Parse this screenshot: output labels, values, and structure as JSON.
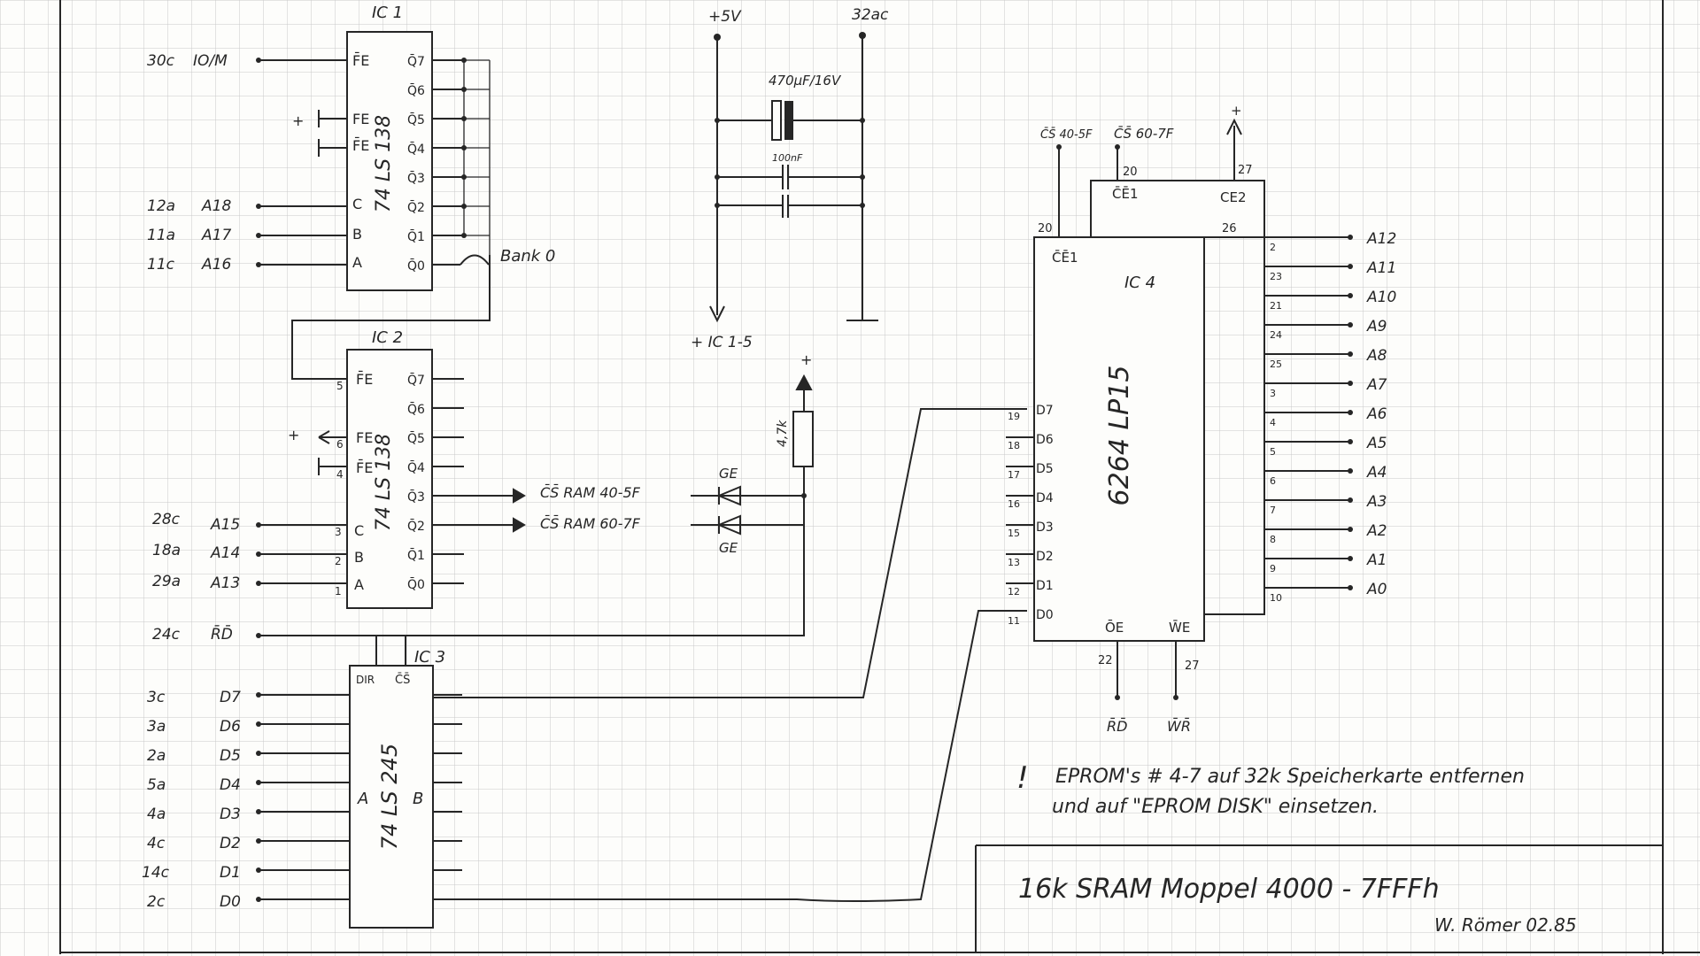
{
  "chips": {
    "ic1": {
      "ref": "IC 1",
      "part": "74 LS 138",
      "fe_pins": [
        "F̄E",
        "FE",
        "F̄E"
      ],
      "sel_pins": [
        "C",
        "B",
        "A"
      ],
      "outputs": [
        "Q̄7",
        "Q̄6",
        "Q̄5",
        "Q̄4",
        "Q̄3",
        "Q̄2",
        "Q̄1",
        "Q̄0"
      ]
    },
    "ic2": {
      "ref": "IC 2",
      "part": "74 LS 138",
      "fe_pins": [
        "F̄E",
        "FE",
        "F̄E"
      ],
      "fe_nums": [
        "5",
        "6",
        "4"
      ],
      "sel_pins": [
        "C",
        "B",
        "A"
      ],
      "sel_nums": [
        "3",
        "2",
        "1"
      ],
      "outputs": [
        "Q̄7",
        "Q̄6",
        "Q̄5",
        "Q̄4",
        "Q̄3",
        "Q̄2",
        "Q̄1",
        "Q̄0"
      ]
    },
    "ic3": {
      "ref": "IC 3",
      "part": "74 LS 245",
      "dir": "DIR",
      "cs": "C̄S̄",
      "side_a": "A",
      "side_b": "B"
    },
    "ic4": {
      "ref": "IC 4",
      "part": "6264 LP15",
      "ce1_pin": "C̄Ē1",
      "ce2_pin": "CE2",
      "ce1_pin_num": "20",
      "ce2_pin_num": "26",
      "oe": "ŌE",
      "we": "W̄E",
      "oe_num": "22",
      "we_num": "27",
      "data_pins": [
        "D7",
        "D6",
        "D5",
        "D4",
        "D3",
        "D2",
        "D1",
        "D0"
      ],
      "data_nums": [
        "19",
        "18",
        "17",
        "16",
        "15",
        "13",
        "12",
        "11"
      ],
      "addr_nums": [
        "2",
        "23",
        "21",
        "24",
        "25",
        "3",
        "4",
        "5",
        "6",
        "7",
        "8",
        "9",
        "10"
      ]
    }
  },
  "signals": {
    "ic1_left": [
      {
        "pin": "30c",
        "name": "IO/M"
      },
      {
        "pin": "12a",
        "name": "A18"
      },
      {
        "pin": "11a",
        "name": "A17"
      },
      {
        "pin": "11c",
        "name": "A16"
      }
    ],
    "ic2_left": [
      {
        "pin": "28c",
        "name": "A15"
      },
      {
        "pin": "18a",
        "name": "A14"
      },
      {
        "pin": "29a",
        "name": "A13"
      }
    ],
    "rd_left": {
      "pin": "24c",
      "name": "R̄D̄"
    },
    "data_left": [
      {
        "pin": "3c",
        "name": "D7"
      },
      {
        "pin": "3a",
        "name": "D6"
      },
      {
        "pin": "2a",
        "name": "D5"
      },
      {
        "pin": "5a",
        "name": "D4"
      },
      {
        "pin": "4a",
        "name": "D3"
      },
      {
        "pin": "4c",
        "name": "D2"
      },
      {
        "pin": "14c",
        "name": "D1"
      },
      {
        "pin": "2c",
        "name": "D0"
      }
    ],
    "addr_right": [
      "A12",
      "A11",
      "A10",
      "A9",
      "A8",
      "A7",
      "A6",
      "A5",
      "A4",
      "A3",
      "A2",
      "A1",
      "A0"
    ],
    "bank": "Bank 0",
    "cs1": "C̄S̄  RAM  40-5F",
    "cs2": "C̄S̄  RAM  60-7F",
    "ge": "GE",
    "rd": "R̄D̄",
    "wr": "W̄R̄",
    "cs40": "C̄S̄ 40-5F",
    "cs60": "C̄S̄ 60-7F",
    "cs60_num": "20",
    "ce2_num": "27",
    "plus": "+"
  },
  "power": {
    "v5": "+5V",
    "pin32": "32ac",
    "cap1": "470µF/16V",
    "cap2": "100nF",
    "to": "+ IC 1-5",
    "resistor": "4,7k"
  },
  "note": {
    "mark": "!",
    "line1": "EPROM's  # 4-7  auf  32k  Speicherkarte  entfernen",
    "line2": "und  auf  \"EPROM DISK\"  einsetzen."
  },
  "title_block": {
    "title": "16k SRAM   Moppel   4000 - 7FFFh",
    "author": "W. Römer   02.85"
  }
}
